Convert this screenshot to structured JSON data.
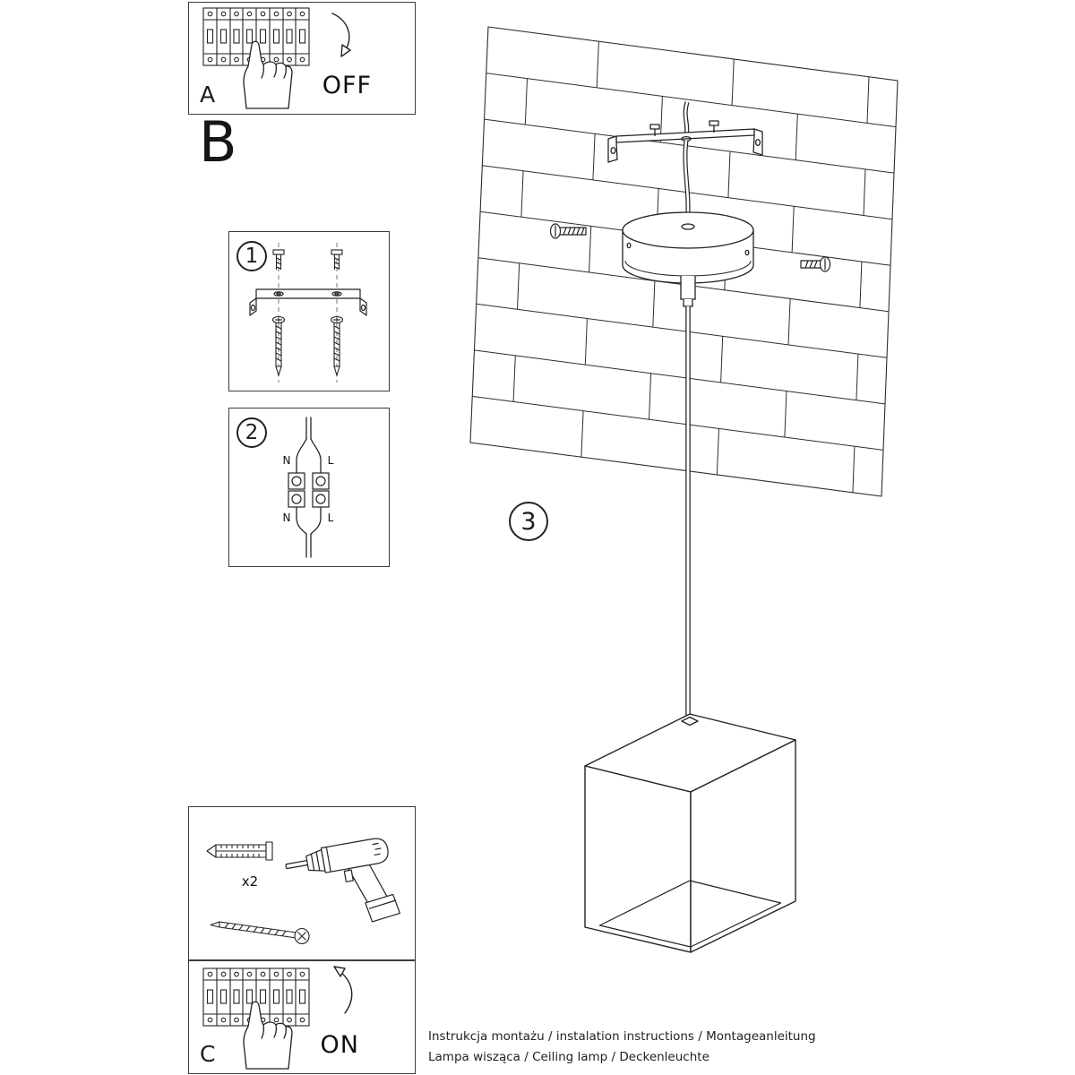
{
  "panel_a": {
    "letter": "A",
    "action": "OFF"
  },
  "section_b": {
    "letter": "B"
  },
  "panel_c": {
    "letter": "C",
    "action": "ON"
  },
  "step_numbers": {
    "s1": "1",
    "s2": "2",
    "s3": "3"
  },
  "wiring": {
    "n_top": "N",
    "l_top": "L",
    "n_bottom": "N",
    "l_bottom": "L"
  },
  "hardware": {
    "anchor_count": "x2"
  },
  "footer": {
    "line1": "Instrukcja montażu / instalation instructions / Montageanleitung",
    "line2": "Lampa wisząca / Ceiling lamp / Deckenleuchte"
  }
}
